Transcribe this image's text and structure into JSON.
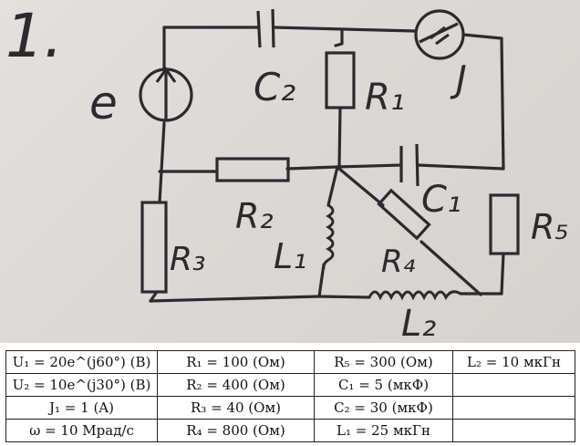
{
  "diagram": {
    "problem_number": "1.",
    "labels": {
      "source_e": "e",
      "C2": "C₂",
      "R1": "R₁",
      "current_source": "J",
      "R2": "R₂",
      "C1": "C₁",
      "R5": "R₅",
      "R3": "R₃",
      "L1": "L₁",
      "R4": "R₄",
      "L2": "L₂"
    }
  },
  "parameters": {
    "rows": [
      [
        "U₁ = 20e^(j60°) (B)",
        "R₁ = 100 (Ом)",
        "R₅ = 300 (Ом)",
        "L₂ = 10 мкГн"
      ],
      [
        "U₂ = 10e^(j30°) (B)",
        "R₂ = 400 (Ом)",
        "C₁ = 5 (мкФ)",
        ""
      ],
      [
        "J₁ = 1 (A)",
        "R₃ = 40 (Ом)",
        "C₂ = 30 (мкФ)",
        ""
      ],
      [
        "ω = 10 Мрад/c",
        "R₄ = 800 (Ом)",
        "L₁ = 25 мкГн",
        ""
      ]
    ]
  }
}
